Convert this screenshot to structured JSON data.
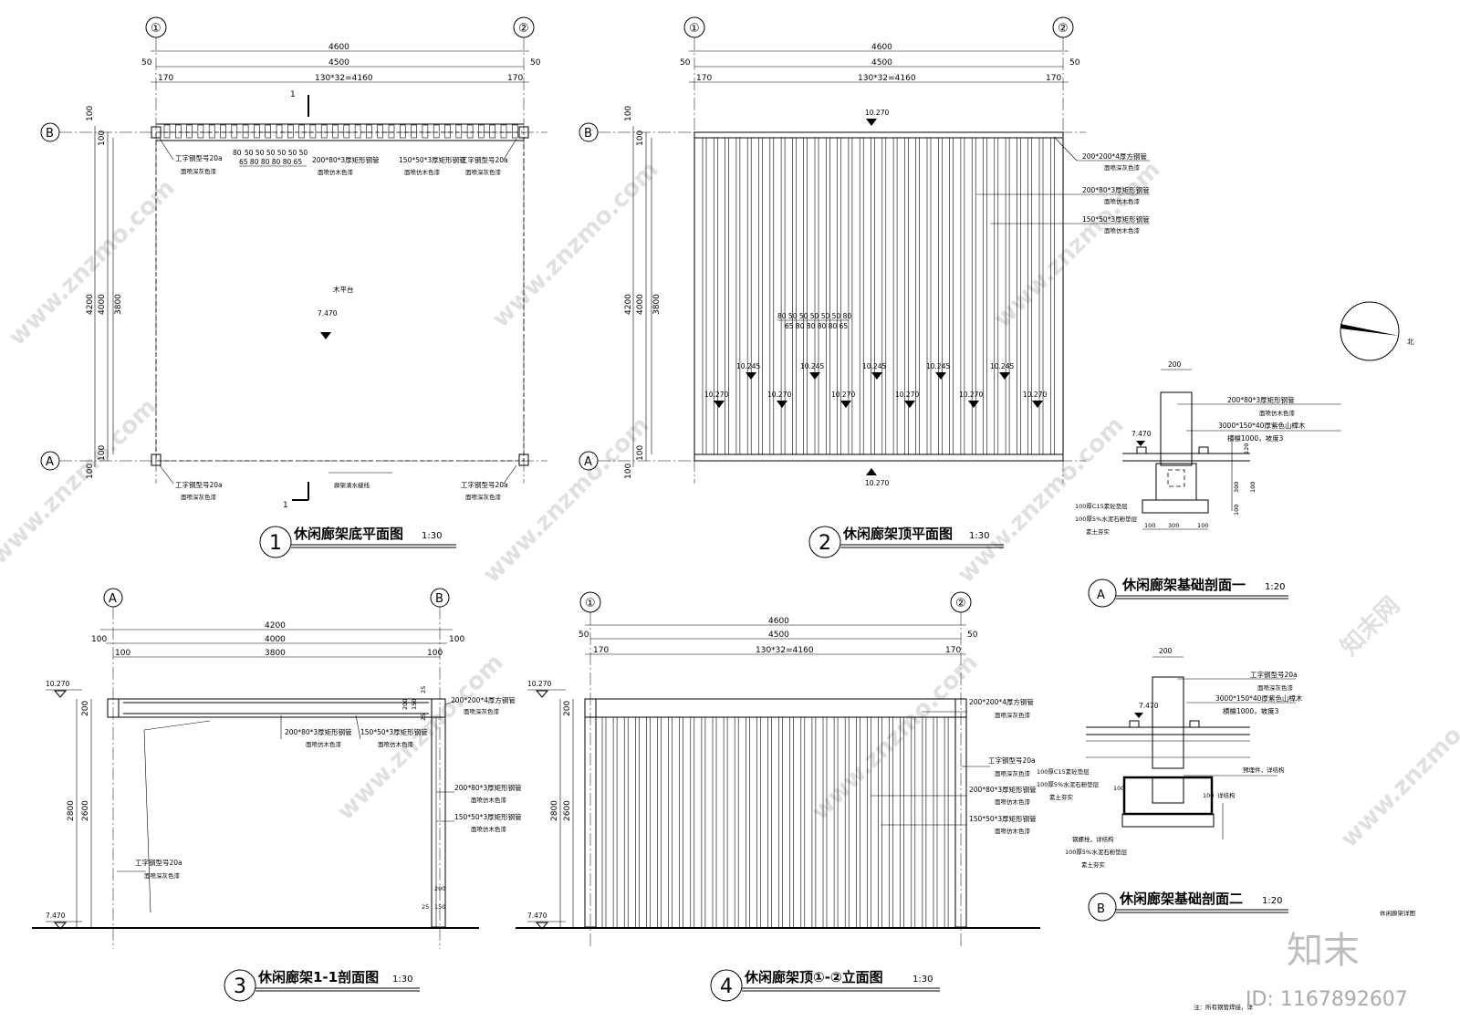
{
  "axis_labels": {
    "one": "①",
    "two": "②",
    "a": "A",
    "b": "B"
  },
  "dims": {
    "d4600": "4600",
    "d4500": "4500",
    "d50": "50",
    "d170": "170",
    "d130x32": "130*32=4160",
    "d4200": "4200",
    "d4000": "4000",
    "d3800": "3800",
    "d100": "100",
    "d200": "200",
    "d300": "300",
    "d120": "120",
    "d25": "25",
    "d150": "150",
    "d2800": "2800",
    "d2600": "2600",
    "d_row1": "50 50 50 50 50 50",
    "d_row2": "80",
    "d_row3": "65 80 80 80 80 65",
    "d_row2b": "80 50 50 50 50 50 80",
    "d_row3b": "65 80 80 80 80 65"
  },
  "levels": {
    "l10270": "10.270",
    "l10245": "10.245",
    "l7470": "7.470"
  },
  "notes": {
    "steel_i20a": "工字钢型号20a",
    "paint_grey": "面喷深灰色漆",
    "paint_wood": "面喷仿木色漆",
    "tube_200x80": "200*80*3厚矩形钢管",
    "tube_150x50": "150*50*3厚矩形钢管",
    "tube_200x200": "200*200*4厚方钢管",
    "deck": "木平台",
    "gutter": "廊架滴水缝线",
    "wood_3000": "3000*150*40厚紫色山樟木",
    "joist": "横檩1000，坡度3",
    "c15": "100厚C15素砼垫层",
    "stone": "100厚5%水泥石粉垫层",
    "soil": "素土夯实",
    "anchor": "预埋件，详结构",
    "bolt": "钢螺栓，详结构",
    "struct": "详结构",
    "footnote": "注：所有钢管焊接，详"
  },
  "titles": {
    "t1_num": "1",
    "t1": "休闲廊架底平面图",
    "t1_scale": "1:30",
    "t2_num": "2",
    "t2": "休闲廊架顶平面图",
    "t2_scale": "1:30",
    "t3_num": "3",
    "t3": "休闲廊架1-1剖面图",
    "t3_scale": "1:30",
    "t4_num": "4",
    "t4": "休闲廊架顶①-②立面图",
    "t4_scale": "1:30",
    "tA_num": "A",
    "tA": "休闲廊架基础剖面一",
    "tA_scale": "1:20",
    "tB_num": "B",
    "tB": "休闲廊架基础剖面二",
    "tB_scale": "1:20",
    "sheet": "休闲廊架详图"
  },
  "section_mark": "1",
  "north": "北",
  "watermark": {
    "text": "www.znzmo.com",
    "cn": "知末网",
    "logo": "知末",
    "id": "ID: 1167892607"
  }
}
